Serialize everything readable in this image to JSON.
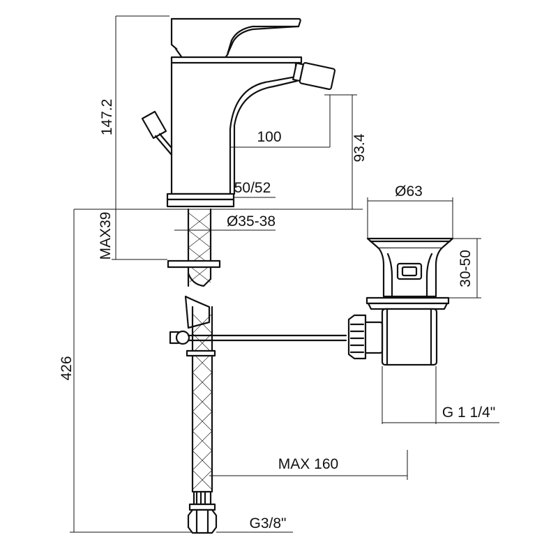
{
  "dimensions": {
    "total_height": "147.2",
    "spout_reach": "100",
    "spout_height": "93.4",
    "base_diameter": "50/52",
    "hole_diameter": "Ø35-38",
    "max_deck": "MAX39",
    "hose_length": "426",
    "waste_diameter": "Ø63",
    "waste_height": "30-50",
    "waste_thread": "G 1 1/4\"",
    "rod_length": "MAX 160",
    "hose_thread": "G3/8\""
  }
}
